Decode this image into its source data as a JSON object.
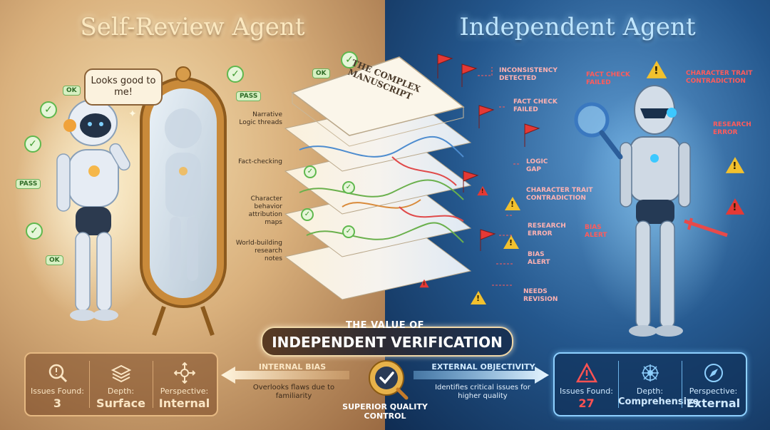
{
  "left_title": "Self-Review Agent",
  "right_title": "Independent Agent",
  "speech_bubble": "Looks good to me!",
  "left_badges": [
    "OK",
    "PASS",
    "PASS",
    "OK",
    "OK"
  ],
  "manuscript_title": "THE COMPLEX MANUSCRIPT",
  "layer_labels": [
    "Narrative Logic threads",
    "Fact-checking",
    "Character behavior attribution maps",
    "World-building research notes"
  ],
  "right_center_flags": [
    "INCONSISTENCY DETECTED",
    "FACT CHECK FAILED",
    "LOGIC GAP",
    "CHARACTER TRAIT CONTRADICTION",
    "RESEARCH ERROR",
    "BIAS ALERT",
    "NEEDS REVISION"
  ],
  "right_far_labels": [
    "FACT CHECK FAILED",
    "CHARACTER TRAIT CONTRADICTION",
    "RESEARCH ERROR",
    "BIAS ALERT"
  ],
  "banner_top": "THE VALUE OF",
  "banner_main": "INDEPENDENT VERIFICATION",
  "left_arrow_label": "INTERNAL BIAS",
  "left_arrow_desc": "Overlooks flaws due to familiarity",
  "right_arrow_label": "EXTERNAL OBJECTIVITY",
  "right_arrow_desc": "Identifies critical issues for higher quality",
  "center_caption": "SUPERIOR QUALITY CONTROL",
  "left_stats": [
    {
      "label": "Issues Found:",
      "value": "3"
    },
    {
      "label": "Depth:",
      "value": "Surface"
    },
    {
      "label": "Perspective:",
      "value": "Internal"
    }
  ],
  "right_stats": [
    {
      "label": "Issues Found:",
      "value": "27"
    },
    {
      "label": "Depth:",
      "value": "Comprehensive"
    },
    {
      "label": "Perspective:",
      "value": "External"
    }
  ],
  "colors": {
    "left_accent": "#e6b982",
    "right_accent": "#8ed0ff",
    "issue_red": "#e53935",
    "warning_yellow": "#f2c12e",
    "pass_green": "#5fb84d"
  }
}
